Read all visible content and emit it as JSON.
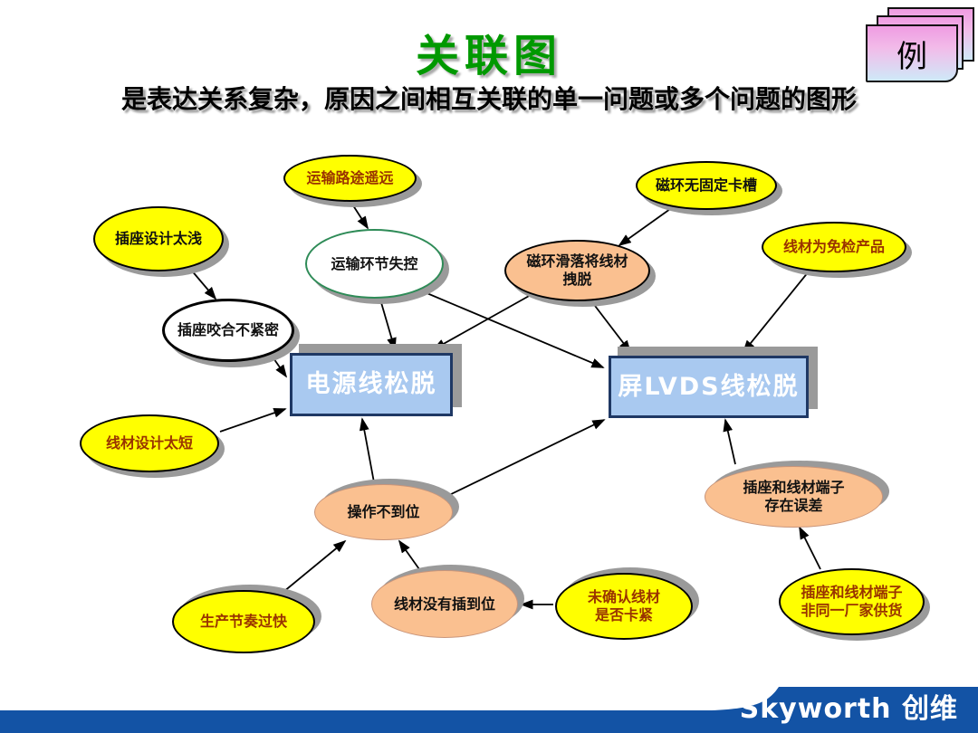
{
  "slide": {
    "title": "关联图",
    "subtitle": "是表达关系复杂，原因之间相互关联的单一问题或多个问题的图形",
    "corner_tag": "例"
  },
  "footer": {
    "logo_text": "Skyworth 创维"
  },
  "colors": {
    "title_green": "#009900",
    "node_yellow": "#FFFF00",
    "node_salmon": "#FAC090",
    "node_white": "#FFFFFF",
    "green_border": "#2E8B57",
    "box_blue_fill": "#A9C9F0",
    "box_blue_border": "#1F3864",
    "footer_blue": "#1353A5",
    "red_text": "#993300",
    "shadow_gray": "#9a9a9a"
  },
  "nodes": {
    "socket_design_shallow": {
      "label": "插座设计太浅"
    },
    "socket_engagement_loose": {
      "label": "插座咬合不紧密"
    },
    "transport_route_far": {
      "label": "运输路途遥远"
    },
    "transport_out_of_control": {
      "label": "运输环节失控"
    },
    "ring_slip_pull_wire": {
      "label": "磁环滑落将线材拽脱"
    },
    "ring_no_slot": {
      "label": "磁环无固定卡槽"
    },
    "wire_exempt_product": {
      "label": "线材为免检产品"
    },
    "power_cord_loose": {
      "label": "电源线松脱"
    },
    "lvds_cable_loose": {
      "label": "屏LVDS线松脱"
    },
    "wire_design_short": {
      "label": "线材设计太短"
    },
    "operation_not_in_place": {
      "label": "操作不到位"
    },
    "wire_not_inserted": {
      "label": "线材没有插到位"
    },
    "production_pace_fast": {
      "label": "生产节奏过快"
    },
    "wire_clamp_not_confirmed": {
      "label": "未确认线材是否卡紧"
    },
    "terminal_mismatch": {
      "label": "插座和线材端子存在误差"
    },
    "different_supplier": {
      "label": "插座和线材端子非同一厂家供货"
    }
  },
  "edges": [
    {
      "from": "socket_design_shallow",
      "to": "socket_engagement_loose"
    },
    {
      "from": "socket_engagement_loose",
      "to": "power_cord_loose"
    },
    {
      "from": "transport_route_far",
      "to": "transport_out_of_control"
    },
    {
      "from": "transport_out_of_control",
      "to": "power_cord_loose"
    },
    {
      "from": "transport_out_of_control",
      "to": "lvds_cable_loose"
    },
    {
      "from": "ring_no_slot",
      "to": "ring_slip_pull_wire"
    },
    {
      "from": "ring_slip_pull_wire",
      "to": "power_cord_loose"
    },
    {
      "from": "ring_slip_pull_wire",
      "to": "lvds_cable_loose"
    },
    {
      "from": "wire_exempt_product",
      "to": "lvds_cable_loose"
    },
    {
      "from": "wire_design_short",
      "to": "power_cord_loose"
    },
    {
      "from": "operation_not_in_place",
      "to": "power_cord_loose"
    },
    {
      "from": "operation_not_in_place",
      "to": "lvds_cable_loose"
    },
    {
      "from": "production_pace_fast",
      "to": "operation_not_in_place"
    },
    {
      "from": "wire_not_inserted",
      "to": "operation_not_in_place"
    },
    {
      "from": "wire_clamp_not_confirmed",
      "to": "wire_not_inserted"
    },
    {
      "from": "terminal_mismatch",
      "to": "lvds_cable_loose"
    },
    {
      "from": "different_supplier",
      "to": "terminal_mismatch"
    }
  ]
}
